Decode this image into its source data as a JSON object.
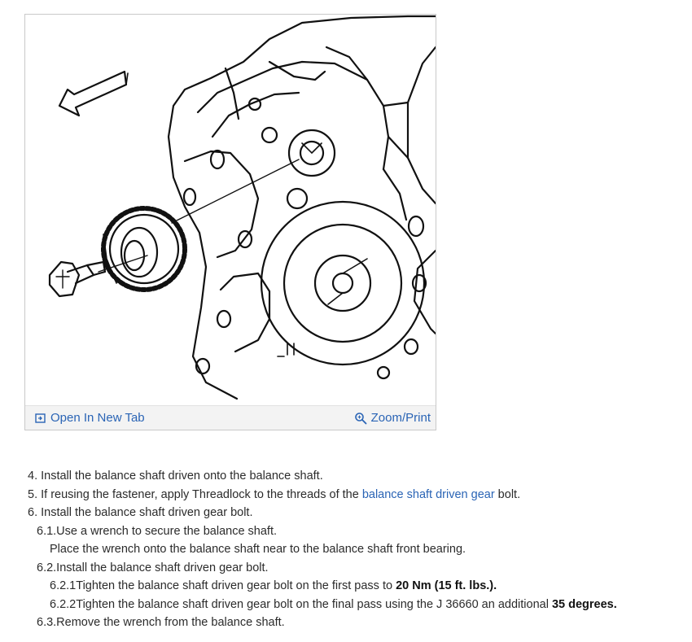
{
  "figure": {
    "open_label": "Open In New Tab",
    "zoom_label": "Zoom/Print",
    "icons": {
      "open": "open-new-tab-icon",
      "zoom": "zoom-magnifier-icon"
    }
  },
  "steps": {
    "s4": "4. Install the balance shaft driven onto the balance shaft.",
    "s5_pre": "5. If reusing the fastener, apply Threadlock to the threads of the ",
    "s5_link": "balance shaft driven gear",
    "s5_post": " bolt.",
    "s6": "6. Install the balance shaft driven gear bolt.",
    "s6_1": "6.1.Use a wrench to secure the balance shaft.",
    "s6_1_note": "Place the wrench onto the balance shaft near to the balance shaft front bearing.",
    "s6_2": "6.2.Install the balance shaft driven gear bolt.",
    "s6_2_1_pre": "6.2.1Tighten the balance shaft driven gear bolt on the first pass to ",
    "s6_2_1_bold": "20 Nm (15 ft. lbs.).",
    "s6_2_2_pre": "6.2.2Tighten the balance shaft driven gear bolt on the final pass using the J 36660 an additional ",
    "s6_2_2_bold": "35 degrees.",
    "s6_3": "6.3.Remove the wrench from the balance shaft."
  },
  "colors": {
    "link": "#2a64b5",
    "bar": "#f3f3f3",
    "border": "#c9c9c9"
  }
}
